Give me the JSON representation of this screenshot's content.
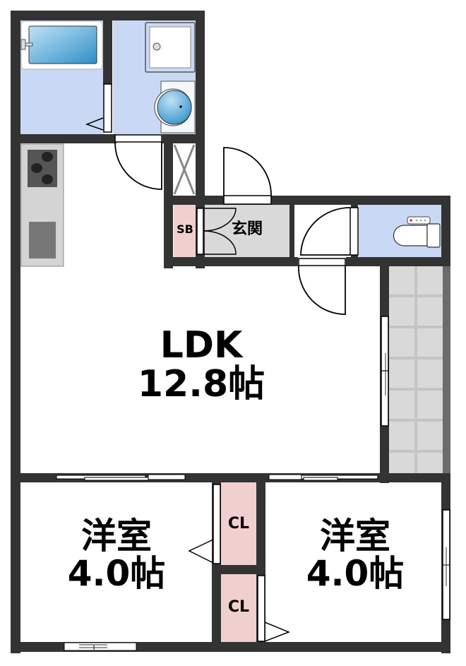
{
  "floorplan": {
    "rooms": {
      "ldk": {
        "name": "LDK",
        "size": "12.8帖"
      },
      "western_left": {
        "name": "洋室",
        "size": "4.0帖"
      },
      "western_right": {
        "name": "洋室",
        "size": "4.0帖"
      },
      "entrance": {
        "name": "玄関"
      },
      "shoe_box": {
        "name": "SB"
      },
      "closet_upper": {
        "name": "CL"
      },
      "closet_lower": {
        "name": "CL"
      }
    },
    "colors": {
      "wall": "#333333",
      "wet_area": "#c9d9f5",
      "entrance_floor": "#d9d9d9",
      "storage": "#f2cfcf",
      "balcony": "#d9d9d9",
      "balcony_edge": "#6b6b6b",
      "kitchen_counter": "#d4d4d4",
      "stove": "#555555"
    }
  }
}
